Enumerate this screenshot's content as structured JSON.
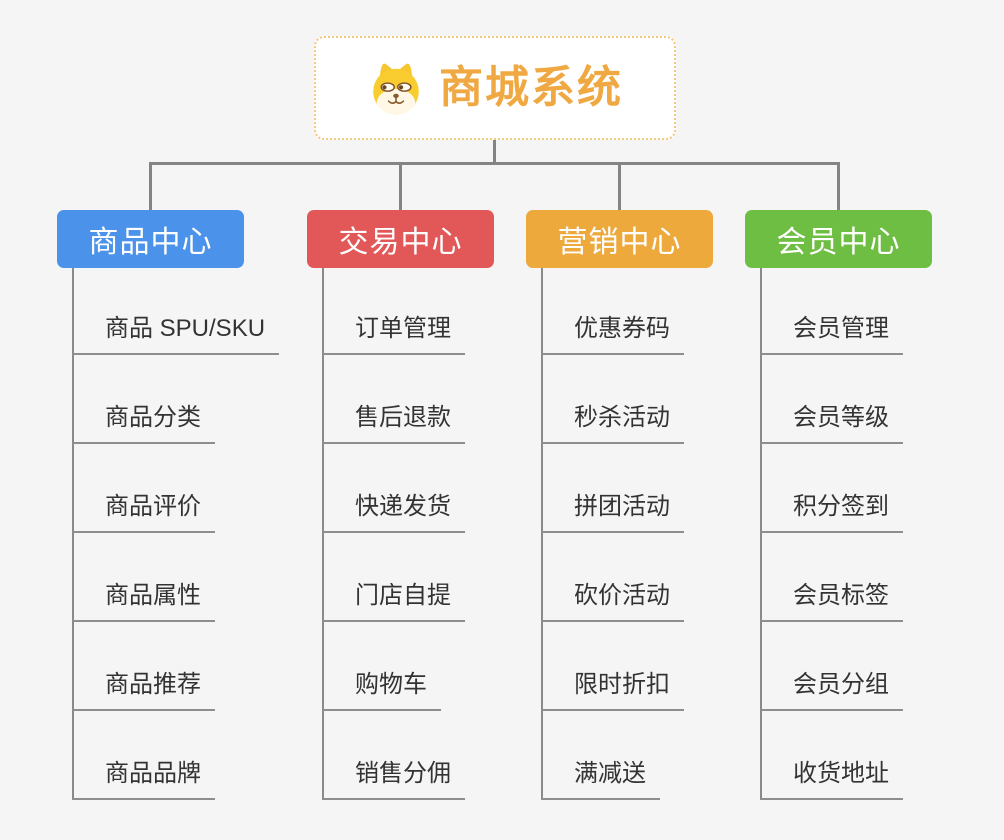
{
  "canvas": {
    "background": "#F5F5F5"
  },
  "root": {
    "label": "商城系统",
    "icon": "shiba-dog-icon",
    "text_color": "#F0A843",
    "border_color": "#F3C97E",
    "background": "#FFFFFF"
  },
  "connectors": {
    "tree_line_color": "#848484",
    "leaf_underline_color": "#8E8E8E"
  },
  "branches": [
    {
      "label": "商品中心",
      "color": "#4B92EA",
      "children": [
        "商品 SPU/SKU",
        "商品分类",
        "商品评价",
        "商品属性",
        "商品推荐",
        "商品品牌"
      ]
    },
    {
      "label": "交易中心",
      "color": "#E25757",
      "children": [
        "订单管理",
        "售后退款",
        "快递发货",
        "门店自提",
        "购物车",
        "销售分佣"
      ]
    },
    {
      "label": "营销中心",
      "color": "#EEA93D",
      "children": [
        "优惠券码",
        "秒杀活动",
        "拼团活动",
        "砍价活动",
        "限时折扣",
        "满减送"
      ]
    },
    {
      "label": "会员中心",
      "color": "#6FBE44",
      "children": [
        "会员管理",
        "会员等级",
        "积分签到",
        "会员标签",
        "会员分组",
        "收货地址"
      ]
    }
  ]
}
